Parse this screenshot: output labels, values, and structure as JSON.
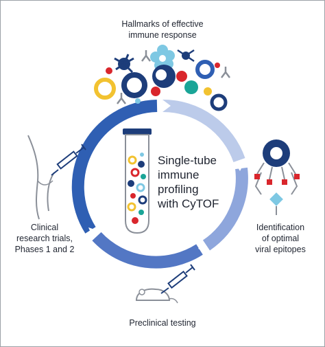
{
  "top_label": [
    "Hallmarks of effective",
    "immune response"
  ],
  "center_label": [
    "Single-tube",
    "immune",
    "profiling",
    "with CyTOF"
  ],
  "left_label": [
    "Clinical",
    "research trials,",
    "Phases 1 and 2"
  ],
  "right_label": [
    "Identification",
    "of optimal",
    "viral epitopes"
  ],
  "bottom_label": [
    "Preclinical testing"
  ],
  "colors": {
    "navy": "#1d3d7a",
    "blue": "#2f5fb3",
    "light_blue": "#9db4e2",
    "pale_blue": "#c9d6f0",
    "cyan": "#7ec8e3",
    "red": "#d9262c",
    "yellow": "#f2c230",
    "teal": "#1aa597",
    "gray": "#8a8f98"
  },
  "icons": [
    "immune-cells-cluster-icon",
    "test-tube-icon",
    "human-leg-syringe-icon",
    "mouse-syringe-icon",
    "epitope-binding-icon"
  ]
}
